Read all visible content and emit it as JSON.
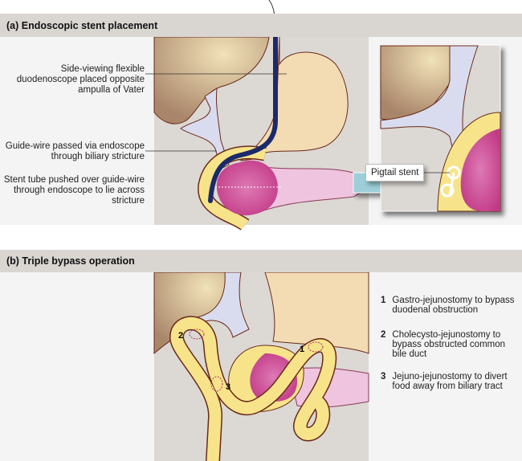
{
  "section_a": {
    "title": "(a) Endoscopic stent placement",
    "labels": [
      "Side-viewing flexible duodenoscope placed opposite ampulla of Vater",
      "Guide-wire passed via endoscope through biliary stricture",
      "Stent tube pushed over guide-wire through endoscope to lie across stricture"
    ],
    "inset_label": "Pigtail stent"
  },
  "section_b": {
    "title": "(b) Triple bypass operation",
    "legend": [
      {
        "num": "1",
        "text": "Gastro-jejunostomy to bypass duodenal obstruction"
      },
      {
        "num": "2",
        "text": "Cholecysto-jejunostomy to bypass obstructed common bile duct"
      },
      {
        "num": "3",
        "text": "Jejuno-jejunostomy to divert food away from biliary tract"
      }
    ]
  },
  "colors": {
    "header": "#d9d6d2",
    "illustration_bg": "#dcd8d4",
    "liver": "#bf9c7c",
    "stomach": "#f3dcb4",
    "bowel": "#f7e48a",
    "tumour": "#c8408c",
    "pancreas": "#efc4de",
    "scope": "#1c2a6c",
    "arrow": "#9ecfd8"
  }
}
